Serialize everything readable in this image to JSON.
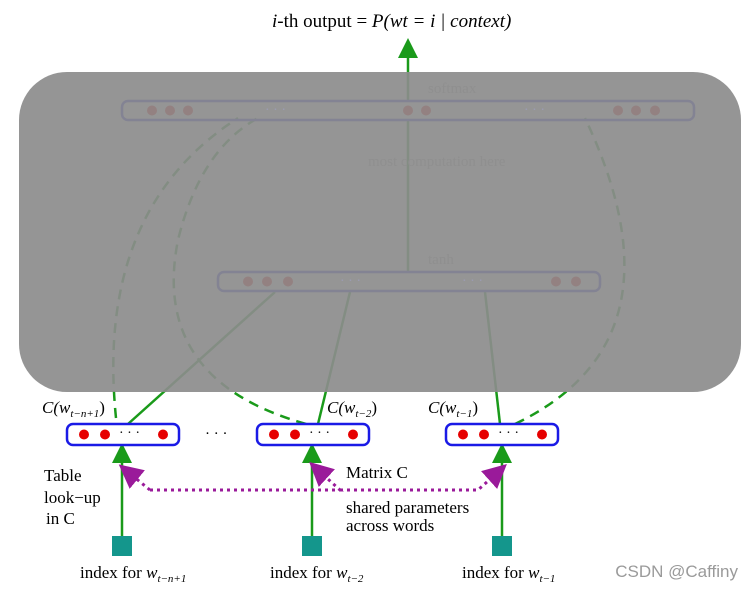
{
  "title": {
    "prefix": "i",
    "middle": "-th output = ",
    "formula": "P(wt = i | context)"
  },
  "labels": {
    "softmax": "softmax",
    "most_computation": "most  computation here",
    "tanh": "tanh",
    "c_left": "C(w",
    "c_left_sub": "t−n+1",
    "c_mid": "C(w",
    "c_mid_sub": "t−2",
    "c_right": "C(w",
    "c_right_sub": "t−1",
    "ellipsis_between": "· · ·",
    "table_lookup_1": "Table",
    "table_lookup_2": "look−up",
    "table_lookup_3": "in C",
    "matrix": "Matrix C",
    "shared_1": "shared parameters",
    "shared_2": "across words",
    "index_left": "index for ",
    "index_left_sub": "t−n+1",
    "index_mid": "index for ",
    "index_mid_sub": "t−2",
    "index_right": "index for ",
    "index_right_sub": "t−1",
    "index_var": "w",
    "close_paren": ")"
  },
  "vector_dots": {
    "softmax_layer": "· · ·",
    "tanh_layer": "· · ·",
    "embedding": "· · ·"
  },
  "watermark": "CSDN @Caffiny",
  "colors": {
    "overlay": "#8c8c8c",
    "green": "#1a9a1a",
    "blue": "#1a1ae6",
    "red": "#e60000",
    "purple": "#9a1a9a",
    "teal": "#14968c",
    "layer_border": "#8a8ac8",
    "layer_dot": "#c88a8a"
  }
}
